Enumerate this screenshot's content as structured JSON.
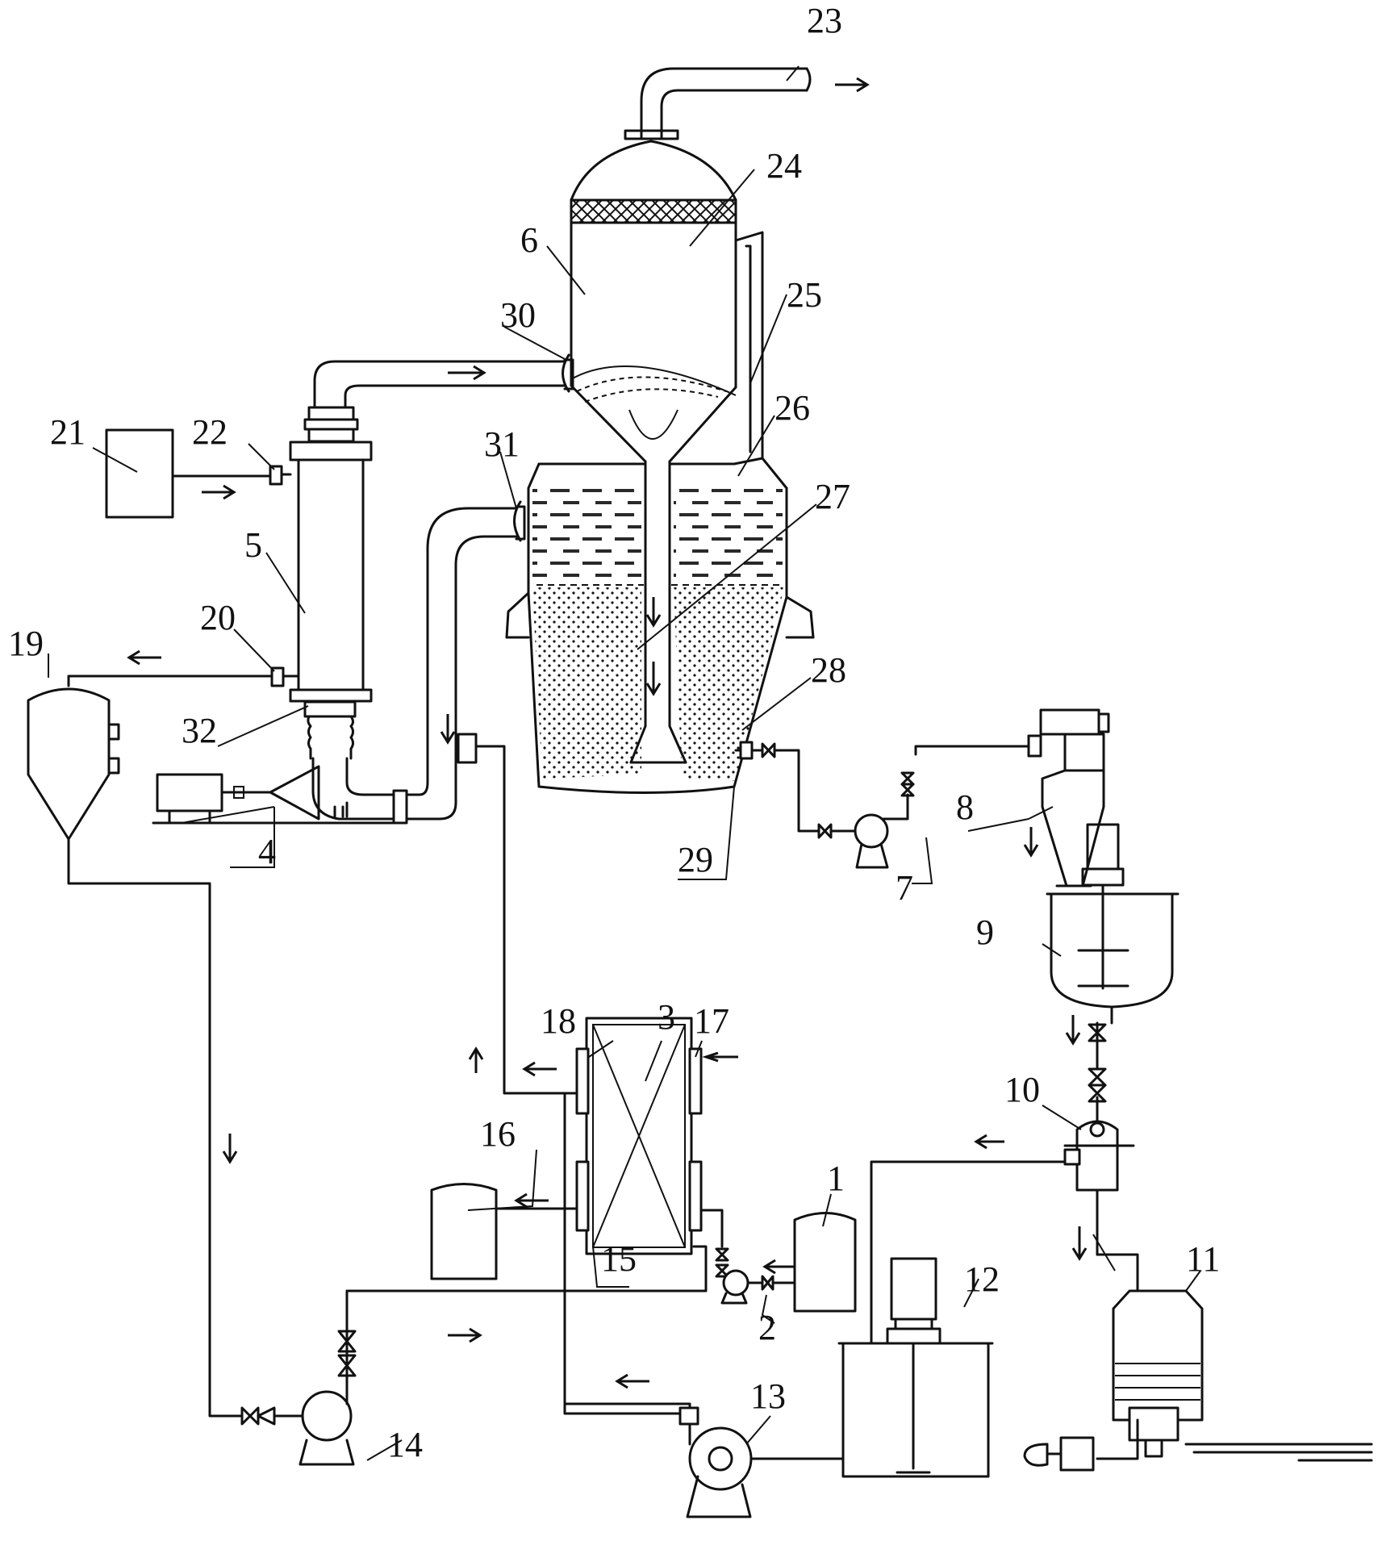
{
  "diagram": {
    "colors": {
      "line": "#111111",
      "background": "#ffffff"
    },
    "labels": {
      "n1": "1",
      "n2": "2",
      "n3": "3",
      "n4": "4",
      "n5": "5",
      "n6": "6",
      "n7": "7",
      "n8": "8",
      "n9": "9",
      "n10": "10",
      "n11": "11",
      "n12": "12",
      "n13": "13",
      "n14": "14",
      "n15": "15",
      "n16": "16",
      "n17": "17",
      "n18": "18",
      "n19": "19",
      "n20": "20",
      "n21": "21",
      "n22": "22",
      "n23": "23",
      "n24": "24",
      "n25": "25",
      "n26": "26",
      "n27": "27",
      "n28": "28",
      "n29": "29",
      "n30": "30",
      "n31": "31",
      "n32": "32"
    }
  }
}
